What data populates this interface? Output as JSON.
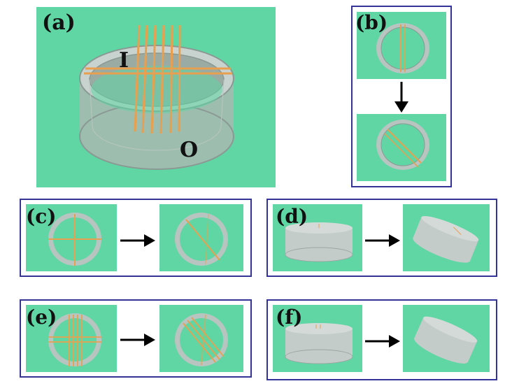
{
  "figure": {
    "panels": {
      "a": {
        "label": "(a)",
        "inner_label": "I",
        "outer_label": "O"
      },
      "b": {
        "label": "(b)"
      },
      "c": {
        "label": "(c)"
      },
      "d": {
        "label": "(d)"
      },
      "e": {
        "label": "(e)"
      },
      "f": {
        "label": "(f)"
      }
    },
    "colors": {
      "background": "#5fd6a4",
      "frame": "#33339a",
      "ring": "#b8c4bf",
      "rod": "#e8a050",
      "arrow": "#000000"
    }
  }
}
